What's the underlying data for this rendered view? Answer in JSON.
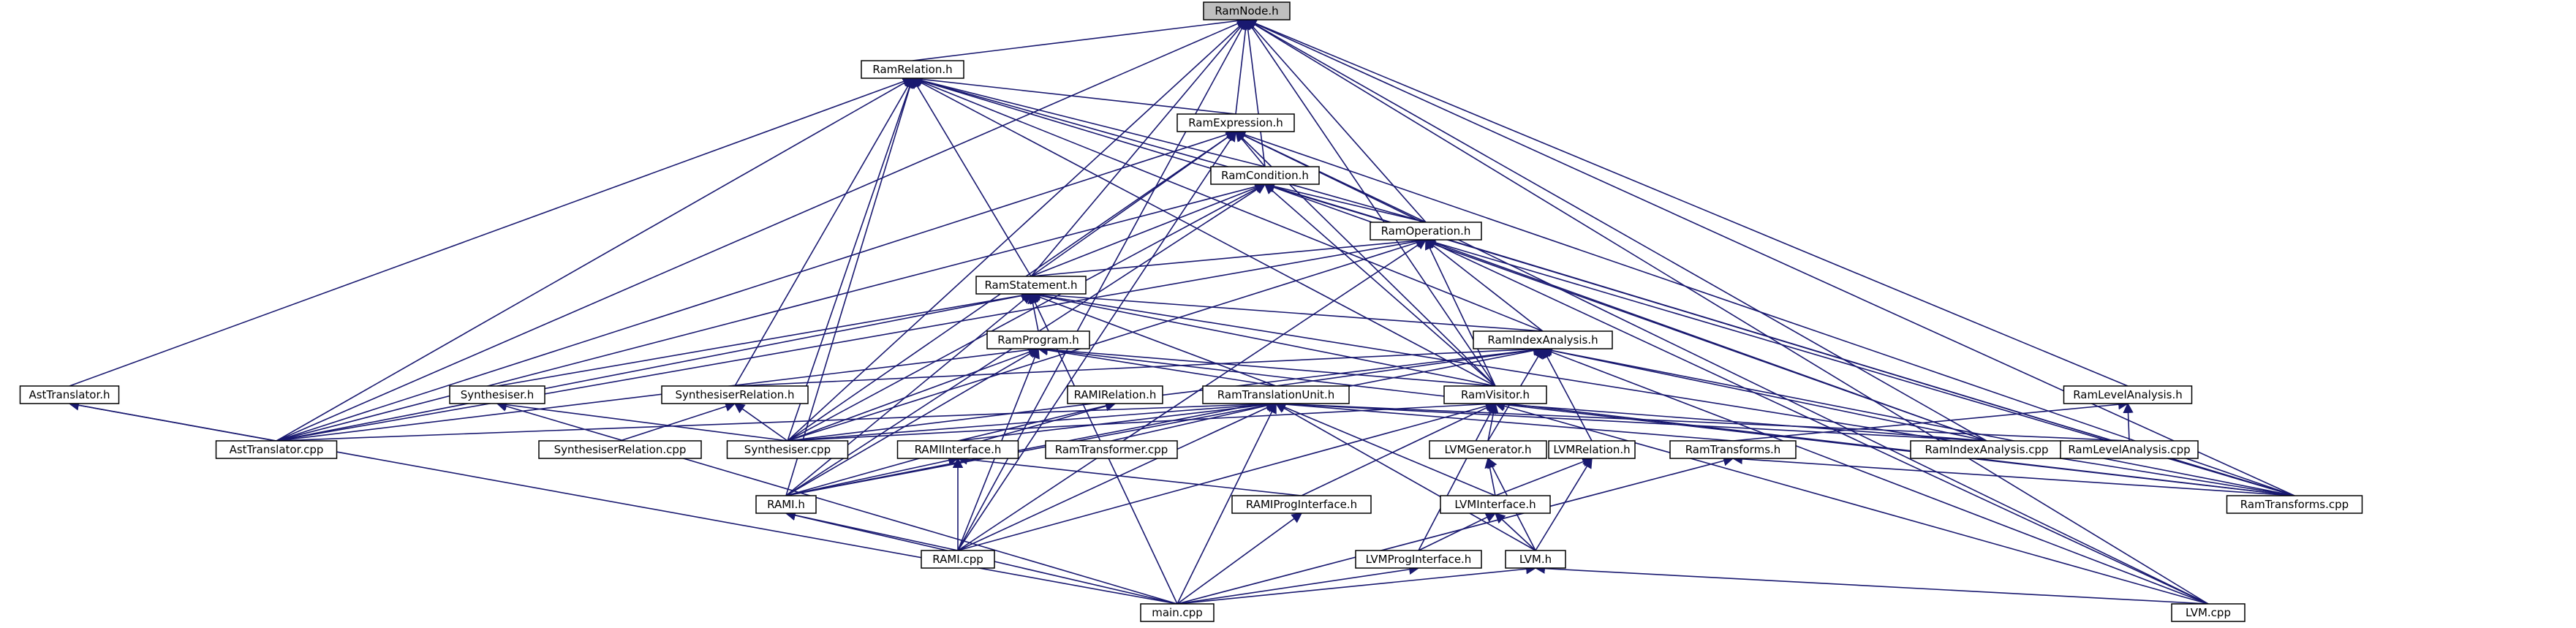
{
  "diagram": {
    "type": "include-dependency-graph",
    "colors": {
      "edge": "#191970",
      "node_border": "#000000",
      "node_fill": "#ffffff",
      "root_fill": "#bfbfbf",
      "background": "#ffffff"
    },
    "nodes": [
      {
        "id": "RamNode_h",
        "label": "RamNode.h",
        "root": true
      },
      {
        "id": "RamRelation_h",
        "label": "RamRelation.h"
      },
      {
        "id": "RamExpression_h",
        "label": "RamExpression.h"
      },
      {
        "id": "RamCondition_h",
        "label": "RamCondition.h"
      },
      {
        "id": "RamOperation_h",
        "label": "RamOperation.h"
      },
      {
        "id": "RamStatement_h",
        "label": "RamStatement.h"
      },
      {
        "id": "RamIndexAnalysis_h",
        "label": "RamIndexAnalysis.h"
      },
      {
        "id": "RamProgram_h",
        "label": "RamProgram.h"
      },
      {
        "id": "AstTranslator_h",
        "label": "AstTranslator.h"
      },
      {
        "id": "Synthesiser_h",
        "label": "Synthesiser.h"
      },
      {
        "id": "SynthesiserRelation_h",
        "label": "SynthesiserRelation.h"
      },
      {
        "id": "RAMIRelation_h",
        "label": "RAMIRelation.h"
      },
      {
        "id": "RamTranslationUnit_h",
        "label": "RamTranslationUnit.h"
      },
      {
        "id": "RamVisitor_h",
        "label": "RamVisitor.h"
      },
      {
        "id": "RamLevelAnalysis_h",
        "label": "RamLevelAnalysis.h"
      },
      {
        "id": "AstTranslator_cpp",
        "label": "AstTranslator.cpp"
      },
      {
        "id": "SynthesiserRelation_cpp",
        "label": "SynthesiserRelation.cpp"
      },
      {
        "id": "Synthesiser_cpp",
        "label": "Synthesiser.cpp"
      },
      {
        "id": "RAMIInterface_h",
        "label": "RAMIInterface.h"
      },
      {
        "id": "RamTransformer_cpp",
        "label": "RamTransformer.cpp"
      },
      {
        "id": "LVMGenerator_h",
        "label": "LVMGenerator.h"
      },
      {
        "id": "LVMRelation_h",
        "label": "LVMRelation.h"
      },
      {
        "id": "RamTransforms_h",
        "label": "RamTransforms.h"
      },
      {
        "id": "RamIndexAnalysis_cpp",
        "label": "RamIndexAnalysis.cpp"
      },
      {
        "id": "RamLevelAnalysis_cpp",
        "label": "RamLevelAnalysis.cpp"
      },
      {
        "id": "RAMI_h",
        "label": "RAMI.h"
      },
      {
        "id": "RAMIProgInterface_h",
        "label": "RAMIProgInterface.h"
      },
      {
        "id": "LVMInterface_h",
        "label": "LVMInterface.h"
      },
      {
        "id": "RamTransforms_cpp",
        "label": "RamTransforms.cpp"
      },
      {
        "id": "RAMI_cpp",
        "label": "RAMI.cpp"
      },
      {
        "id": "LVMProgInterface_h",
        "label": "LVMProgInterface.h"
      },
      {
        "id": "LVM_h",
        "label": "LVM.h"
      },
      {
        "id": "main_cpp",
        "label": "main.cpp"
      },
      {
        "id": "LVM_cpp",
        "label": "LVM.cpp"
      }
    ],
    "edges": [
      [
        "RamRelation_h",
        "RamNode_h"
      ],
      [
        "RamExpression_h",
        "RamNode_h"
      ],
      [
        "RamCondition_h",
        "RamNode_h"
      ],
      [
        "RamOperation_h",
        "RamNode_h"
      ],
      [
        "RamStatement_h",
        "RamNode_h"
      ],
      [
        "RamVisitor_h",
        "RamNode_h"
      ],
      [
        "RamLevelAnalysis_h",
        "RamNode_h"
      ],
      [
        "AstTranslator_cpp",
        "RamNode_h"
      ],
      [
        "Synthesiser_cpp",
        "RamNode_h"
      ],
      [
        "RAMI_cpp",
        "RamNode_h"
      ],
      [
        "RamIndexAnalysis_cpp",
        "RamNode_h"
      ],
      [
        "RamTransforms_cpp",
        "RamNode_h"
      ],
      [
        "LVM_cpp",
        "RamNode_h"
      ],
      [
        "RamExpression_h",
        "RamRelation_h"
      ],
      [
        "RamCondition_h",
        "RamRelation_h"
      ],
      [
        "RamOperation_h",
        "RamRelation_h"
      ],
      [
        "RamStatement_h",
        "RamRelation_h"
      ],
      [
        "RamIndexAnalysis_h",
        "RamRelation_h"
      ],
      [
        "RamVisitor_h",
        "RamRelation_h"
      ],
      [
        "AstTranslator_h",
        "RamRelation_h"
      ],
      [
        "SynthesiserRelation_h",
        "RamRelation_h"
      ],
      [
        "AstTranslator_cpp",
        "RamRelation_h"
      ],
      [
        "Synthesiser_cpp",
        "RamRelation_h"
      ],
      [
        "RAMI_h",
        "RamRelation_h"
      ],
      [
        "RamTransforms_cpp",
        "RamRelation_h"
      ],
      [
        "RamCondition_h",
        "RamExpression_h"
      ],
      [
        "RamOperation_h",
        "RamExpression_h"
      ],
      [
        "RamStatement_h",
        "RamExpression_h"
      ],
      [
        "RamVisitor_h",
        "RamExpression_h"
      ],
      [
        "AstTranslator_cpp",
        "RamExpression_h"
      ],
      [
        "Synthesiser_cpp",
        "RamExpression_h"
      ],
      [
        "RAMI_cpp",
        "RamExpression_h"
      ],
      [
        "RamTransforms_cpp",
        "RamExpression_h"
      ],
      [
        "LVM_cpp",
        "RamExpression_h"
      ],
      [
        "RamOperation_h",
        "RamCondition_h"
      ],
      [
        "RamStatement_h",
        "RamCondition_h"
      ],
      [
        "RamVisitor_h",
        "RamCondition_h"
      ],
      [
        "AstTranslator_cpp",
        "RamCondition_h"
      ],
      [
        "Synthesiser_cpp",
        "RamCondition_h"
      ],
      [
        "RamIndexAnalysis_cpp",
        "RamCondition_h"
      ],
      [
        "RamTransforms_cpp",
        "RamCondition_h"
      ],
      [
        "RAMI_h",
        "RamCondition_h"
      ],
      [
        "RamStatement_h",
        "RamOperation_h"
      ],
      [
        "RamIndexAnalysis_h",
        "RamOperation_h"
      ],
      [
        "RamVisitor_h",
        "RamOperation_h"
      ],
      [
        "AstTranslator_cpp",
        "RamOperation_h"
      ],
      [
        "Synthesiser_cpp",
        "RamOperation_h"
      ],
      [
        "RAMI_cpp",
        "RamOperation_h"
      ],
      [
        "RamTransforms_cpp",
        "RamOperation_h"
      ],
      [
        "LVM_cpp",
        "RamOperation_h"
      ],
      [
        "RamIndexAnalysis_cpp",
        "RamOperation_h"
      ],
      [
        "RamProgram_h",
        "RamStatement_h"
      ],
      [
        "RamVisitor_h",
        "RamStatement_h"
      ],
      [
        "RamTranslationUnit_h",
        "RamStatement_h"
      ],
      [
        "Synthesiser_h",
        "RamStatement_h"
      ],
      [
        "AstTranslator_cpp",
        "RamStatement_h"
      ],
      [
        "RAMI_h",
        "RamStatement_h"
      ],
      [
        "RamTransforms_cpp",
        "RamStatement_h"
      ],
      [
        "RamIndexAnalysis_h",
        "RamStatement_h"
      ],
      [
        "main_cpp",
        "RamStatement_h"
      ],
      [
        "RamTranslationUnit_h",
        "RamIndexAnalysis_h"
      ],
      [
        "SynthesiserRelation_h",
        "RamIndexAnalysis_h"
      ],
      [
        "LVMGenerator_h",
        "RamIndexAnalysis_h"
      ],
      [
        "LVMRelation_h",
        "RamIndexAnalysis_h"
      ],
      [
        "RamIndexAnalysis_cpp",
        "RamIndexAnalysis_h"
      ],
      [
        "Synthesiser_cpp",
        "RamIndexAnalysis_h"
      ],
      [
        "RamTransforms_cpp",
        "RamIndexAnalysis_h"
      ],
      [
        "LVM_cpp",
        "RamIndexAnalysis_h"
      ],
      [
        "RAMI_h",
        "RamIndexAnalysis_h"
      ],
      [
        "RamTranslationUnit_h",
        "RamProgram_h"
      ],
      [
        "RamVisitor_h",
        "RamProgram_h"
      ],
      [
        "AstTranslator_cpp",
        "RamProgram_h"
      ],
      [
        "Synthesiser_cpp",
        "RamProgram_h"
      ],
      [
        "RAMI_cpp",
        "RamProgram_h"
      ],
      [
        "RamTransforms_cpp",
        "RamProgram_h"
      ],
      [
        "RAMI_h",
        "RamProgram_h"
      ],
      [
        "AstTranslator_cpp",
        "AstTranslator_h"
      ],
      [
        "main_cpp",
        "AstTranslator_h"
      ],
      [
        "Synthesiser_cpp",
        "Synthesiser_h"
      ],
      [
        "main_cpp",
        "Synthesiser_h"
      ],
      [
        "SynthesiserRelation_cpp",
        "SynthesiserRelation_h"
      ],
      [
        "Synthesiser_cpp",
        "SynthesiserRelation_h"
      ],
      [
        "RAMIInterface_h",
        "RAMIRelation_h"
      ],
      [
        "RAMI_h",
        "RAMIRelation_h"
      ],
      [
        "AstTranslator_cpp",
        "RamTranslationUnit_h"
      ],
      [
        "Synthesiser_cpp",
        "RamTranslationUnit_h"
      ],
      [
        "RamTransformer_cpp",
        "RamTranslationUnit_h"
      ],
      [
        "RAMIInterface_h",
        "RamTranslationUnit_h"
      ],
      [
        "RamIndexAnalysis_cpp",
        "RamTranslationUnit_h"
      ],
      [
        "RamLevelAnalysis_cpp",
        "RamTranslationUnit_h"
      ],
      [
        "RamTransforms_h",
        "RamTranslationUnit_h"
      ],
      [
        "LVMInterface_h",
        "RamTranslationUnit_h"
      ],
      [
        "LVM_h",
        "RamTranslationUnit_h"
      ],
      [
        "RAMI_h",
        "RamTranslationUnit_h"
      ],
      [
        "RAMI_cpp",
        "RamTranslationUnit_h"
      ],
      [
        "main_cpp",
        "RamTranslationUnit_h"
      ],
      [
        "LVMGenerator_h",
        "RamVisitor_h"
      ],
      [
        "RamIndexAnalysis_cpp",
        "RamVisitor_h"
      ],
      [
        "RamTransforms_cpp",
        "RamVisitor_h"
      ],
      [
        "LVM_cpp",
        "RamVisitor_h"
      ],
      [
        "Synthesiser_cpp",
        "RamVisitor_h"
      ],
      [
        "RAMI_cpp",
        "RamVisitor_h"
      ],
      [
        "RAMIProgInterface_h",
        "RamVisitor_h"
      ],
      [
        "LVMProgInterface_h",
        "RamVisitor_h"
      ],
      [
        "RamLevelAnalysis_cpp",
        "RamLevelAnalysis_h"
      ],
      [
        "RamTransforms_h",
        "RamLevelAnalysis_h"
      ],
      [
        "RAMI_h",
        "RAMIInterface_h"
      ],
      [
        "RAMI_cpp",
        "RAMIInterface_h"
      ],
      [
        "RAMIProgInterface_h",
        "RAMIInterface_h"
      ],
      [
        "LVMInterface_h",
        "LVMGenerator_h"
      ],
      [
        "LVM_h",
        "LVMGenerator_h"
      ],
      [
        "LVMInterface_h",
        "LVMRelation_h"
      ],
      [
        "LVM_h",
        "LVMRelation_h"
      ],
      [
        "RamTransforms_cpp",
        "RamTransforms_h"
      ],
      [
        "main_cpp",
        "RamTransforms_h"
      ],
      [
        "RAMI_cpp",
        "RAMI_h"
      ],
      [
        "main_cpp",
        "RAMI_h"
      ],
      [
        "main_cpp",
        "RAMIProgInterface_h"
      ],
      [
        "LVMProgInterface_h",
        "LVMInterface_h"
      ],
      [
        "LVM_h",
        "LVMInterface_h"
      ],
      [
        "main_cpp",
        "LVMProgInterface_h"
      ],
      [
        "main_cpp",
        "LVM_h"
      ],
      [
        "LVM_cpp",
        "LVM_h"
      ]
    ]
  }
}
